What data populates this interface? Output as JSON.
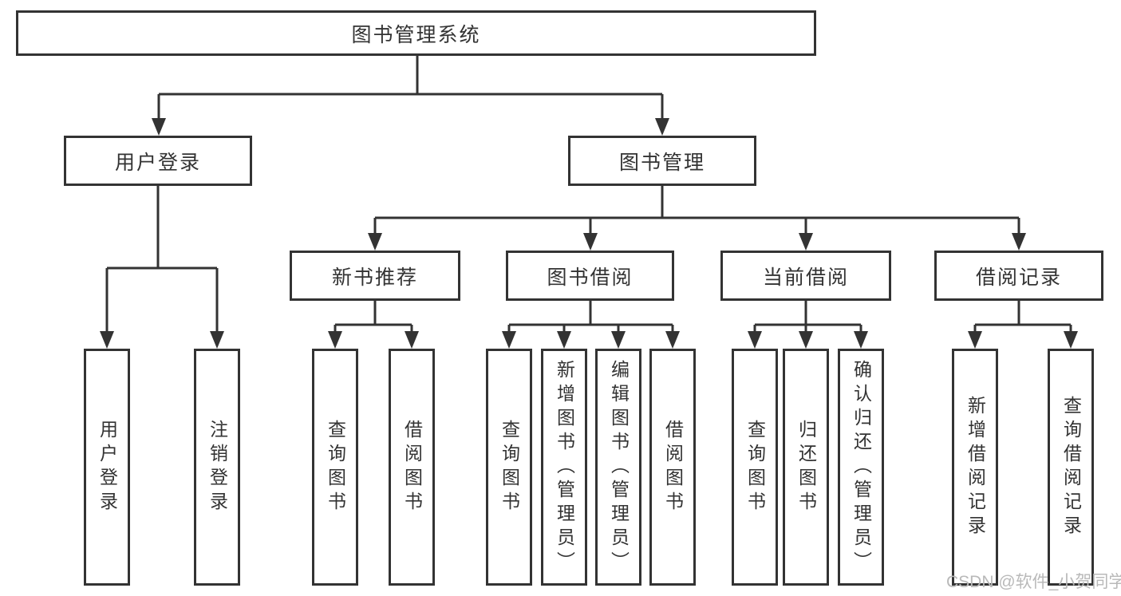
{
  "tree": {
    "label": "图书管理系统",
    "children": [
      {
        "label": "用户登录",
        "children": [
          {
            "label": "用户登录"
          },
          {
            "label": "注销登录"
          }
        ]
      },
      {
        "label": "图书管理",
        "children": [
          {
            "label": "新书推荐",
            "children": [
              {
                "label": "查询图书"
              },
              {
                "label": "借阅图书"
              }
            ]
          },
          {
            "label": "图书借阅",
            "children": [
              {
                "label": "查询图书"
              },
              {
                "label": "新增图书（管理员）"
              },
              {
                "label": "编辑图书（管理员）"
              },
              {
                "label": "借阅图书"
              }
            ]
          },
          {
            "label": "当前借阅",
            "children": [
              {
                "label": "查询图书"
              },
              {
                "label": "归还图书"
              },
              {
                "label": "确认归还（管理员）"
              }
            ]
          },
          {
            "label": "借阅记录",
            "children": [
              {
                "label": "新增借阅记录"
              },
              {
                "label": "查询借阅记录"
              }
            ]
          }
        ]
      }
    ]
  },
  "watermark": {
    "text": "CSDN @软件_小贺同学",
    "color": "#b9b9b9"
  },
  "colors": {
    "line": "#333333",
    "box_border": "#333333",
    "box_background": "#ffffff",
    "text": "#333333"
  }
}
